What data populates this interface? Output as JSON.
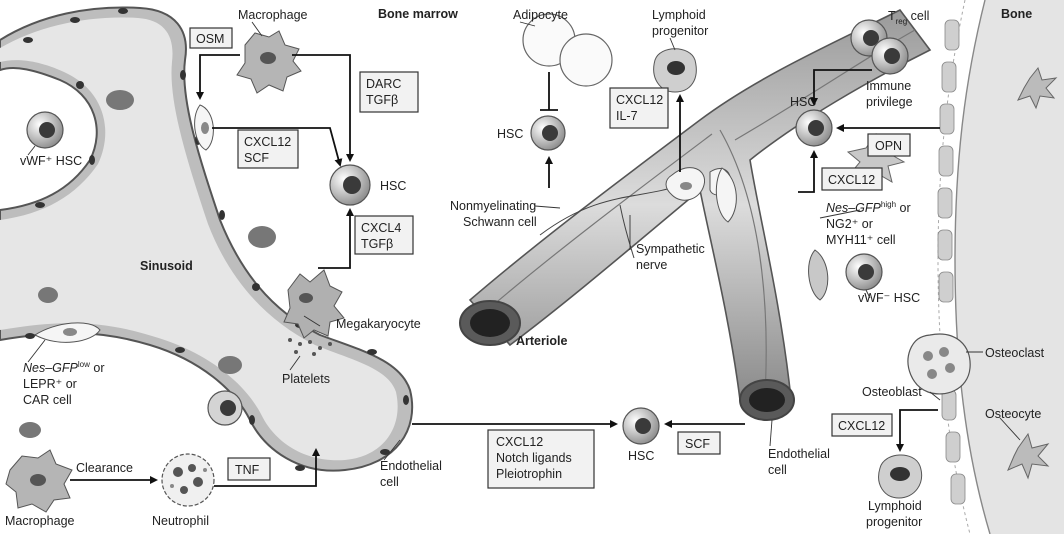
{
  "regions": {
    "bone_marrow": "Bone marrow",
    "bone": "Bone",
    "sinusoid": "Sinusoid",
    "arteriole": "Arteriole"
  },
  "labels": {
    "macrophage_top": "Macrophage",
    "vwf_plus_hsc": "vWF⁺ HSC",
    "hsc_center": "HSC",
    "megakaryocyte": "Megakaryocyte",
    "nes_low_1": "Nes–GFP",
    "nes_low_sup": "low",
    "nes_low_2": " or",
    "nes_low_3": "LEPR⁺ or",
    "nes_low_4": "CAR cell",
    "platelets": "Platelets",
    "clearance": "Clearance",
    "macrophage_bottom": "Macrophage",
    "neutrophil": "Neutrophil",
    "endothelial_left_1": "Endothelial",
    "endothelial_left_2": "cell",
    "hsc_bottom": "HSC",
    "adipocyte": "Adipocyte",
    "hsc_adipo": "HSC",
    "lymphoid_top_1": "Lymphoid",
    "lymphoid_top_2": "progenitor",
    "schwann_1": "Nonmyelinating",
    "schwann_2": "Schwann cell",
    "sympathetic_1": "Sympathetic",
    "sympathetic_2": "nerve",
    "treg_T": "T",
    "treg_sub": "reg",
    "treg_cell": " cell",
    "immune_1": "Immune",
    "immune_2": "privilege",
    "hsc_right": "HSC",
    "nes_high_1": "Nes–GFP",
    "nes_high_sup": "high",
    "nes_high_2": " or",
    "nes_high_3": "NG2⁺ or",
    "nes_high_4": "MYH11⁺ cell",
    "vwf_minus_hsc": "vWF⁻ HSC",
    "osteoclast": "Osteoclast",
    "osteoblast": "Osteoblast",
    "osteocyte": "Osteocyte",
    "lymphoid_bottom_1": "Lymphoid",
    "lymphoid_bottom_2": "progenitor",
    "endothelial_right_1": "Endothelial",
    "endothelial_right_2": "cell"
  },
  "boxes": {
    "osm": "OSM",
    "darc_tgfb_1": "DARC",
    "darc_tgfb_2": "TGFβ",
    "cxcl12_scf_1": "CXCL12",
    "cxcl12_scf_2": "SCF",
    "cxcl4_tgfb_1": "CXCL4",
    "cxcl4_tgfb_2": "TGFβ",
    "tnf": "TNF",
    "cxcl12_notch_1": "CXCL12",
    "cxcl12_notch_2": "Notch ligands",
    "cxcl12_notch_3": "Pleiotrophin",
    "scf": "SCF",
    "cxcl12_il7_1": "CXCL12",
    "cxcl12_il7_2": "IL-7",
    "opn": "OPN",
    "cxcl12_right": "CXCL12",
    "cxcl12_bottom": "CXCL12"
  }
}
